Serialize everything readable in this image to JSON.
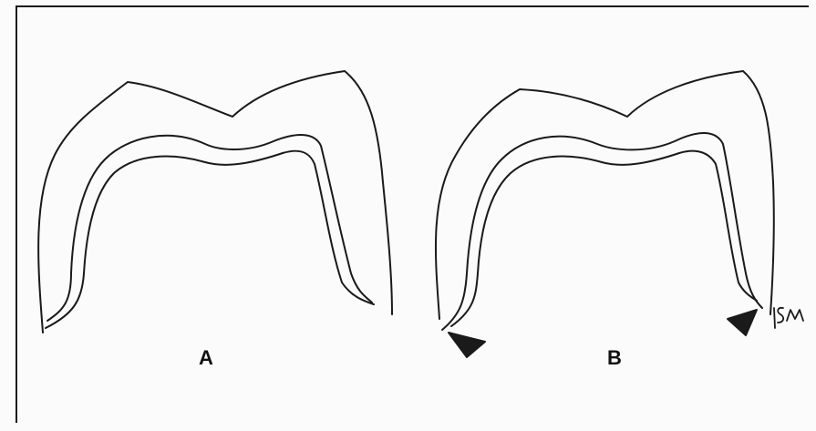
{
  "panels": [
    {
      "label": "A"
    },
    {
      "label": "B"
    }
  ],
  "signature": "SM",
  "colors": {
    "ink": "#1a1a1a",
    "paper": "#fbfbfb"
  }
}
